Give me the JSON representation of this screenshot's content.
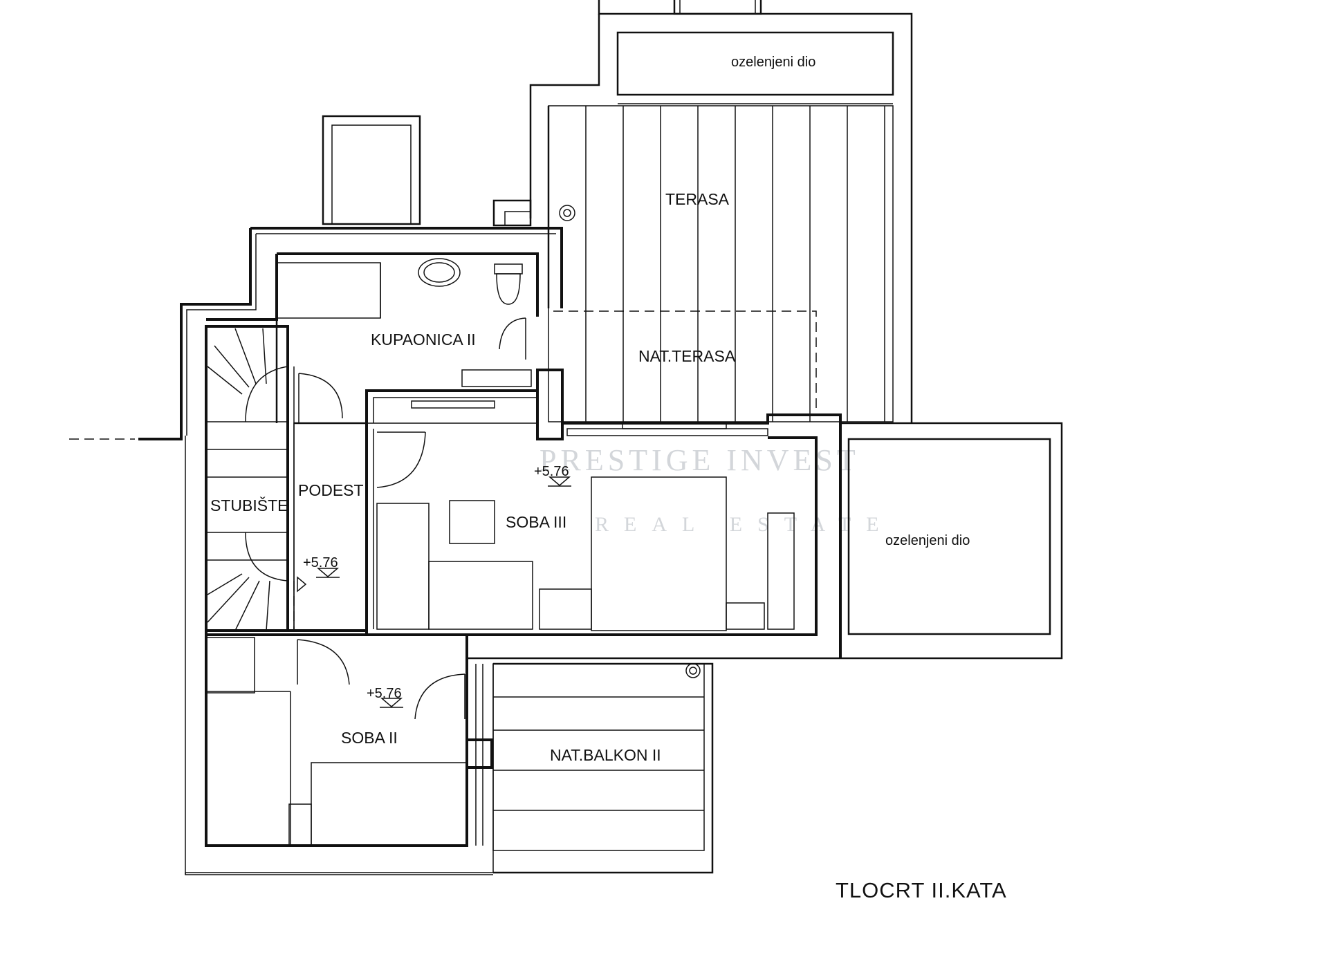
{
  "plan": {
    "title": "TLOCRT  II.KATA",
    "watermark": {
      "line1": "PRESTIGE INVEST",
      "line2": "REAL ESTATE"
    },
    "rooms": {
      "green_top": "ozelenjeni  dio",
      "terasa": "TERASA",
      "kupaonica": "KUPAONICA  II",
      "nat_terasa": "NAT.TERASA",
      "stubiste": "STUBIŠTE",
      "podest": "PODEST",
      "soba3": "SOBA  III",
      "green_right": "ozelenjeni  dio",
      "soba2": "SOBA  II",
      "nat_balkon": "NAT.BALKON  II"
    },
    "levels": {
      "podest": "+5.76",
      "soba3": "+5.76",
      "soba2": "+5.76"
    }
  }
}
